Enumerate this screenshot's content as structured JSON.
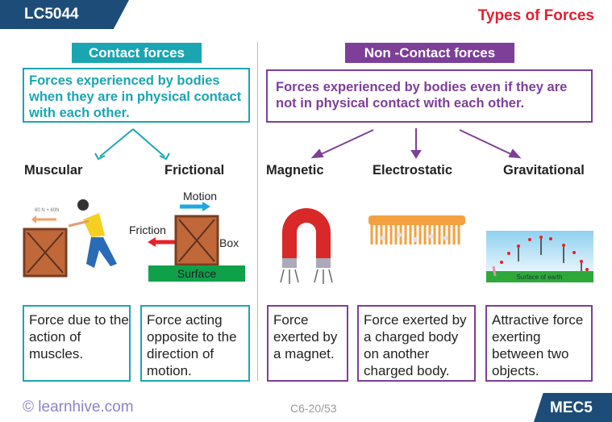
{
  "header": {
    "code": "LC5044",
    "title": "Types of Forces"
  },
  "contact": {
    "label": "Contact forces",
    "definition": "Forces experienced by bodies when they are in physical contact with each other.",
    "types": [
      {
        "name": "Muscular",
        "description": "Force due to the action of muscles.",
        "illustration_text": "80 N + 60N"
      },
      {
        "name": "Frictional",
        "description": "Force acting opposite to the direction of motion.",
        "labels": {
          "motion": "Motion",
          "friction": "Friction",
          "box": "Box",
          "surface": "Surface"
        }
      }
    ]
  },
  "non_contact": {
    "label": "Non -Contact forces",
    "definition": "Forces experienced by bodies even if they are not in physical contact with each other.",
    "types": [
      {
        "name": "Magnetic",
        "description": "Force exerted by a magnet."
      },
      {
        "name": "Electrostatic",
        "description": "Force exerted by a charged body on another charged body."
      },
      {
        "name": "Gravitational",
        "description": "Attractive force exerting between two objects.",
        "illustration_text": "Surface of earth"
      }
    ]
  },
  "footer": {
    "copyright": "© learnhive.com",
    "page": "C6-20/53",
    "code": "MEC5"
  },
  "colors": {
    "header": "#1d4c79",
    "title": "#e2202f",
    "contact": "#1ba5b3",
    "non_contact": "#7d3f98"
  }
}
